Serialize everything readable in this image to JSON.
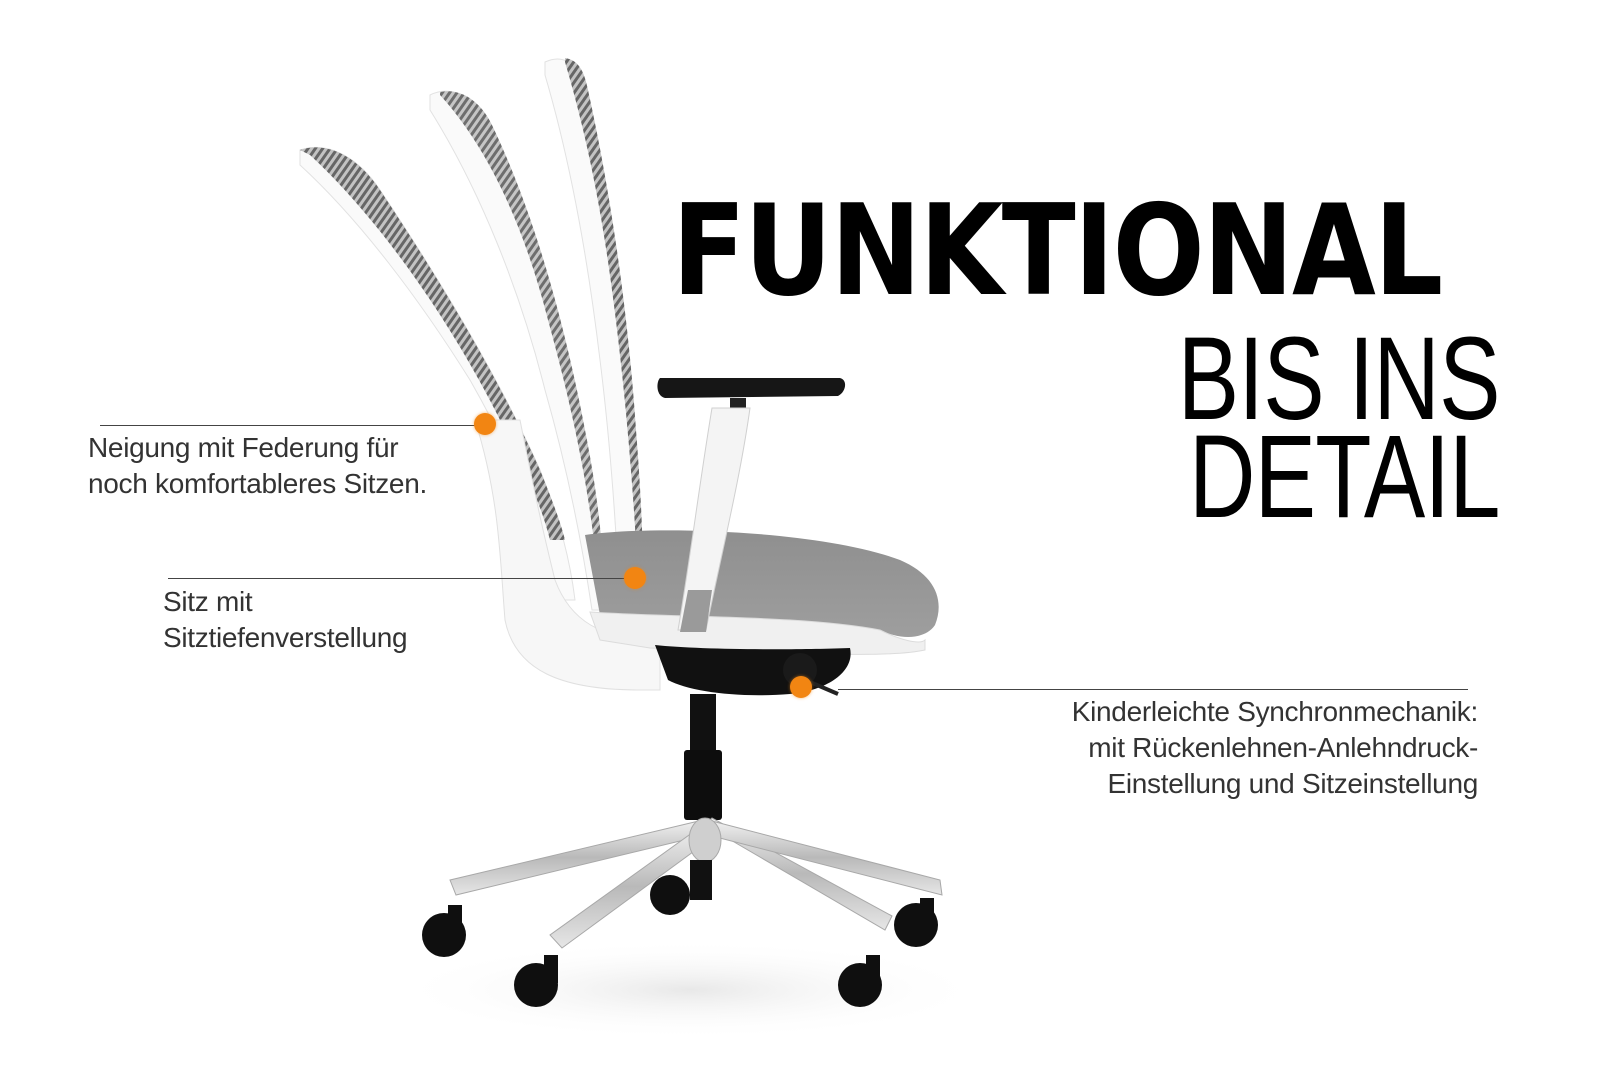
{
  "headline": {
    "bold": "FUNKTIONAL",
    "thin_line1": "BIS INS",
    "thin_line2": "DETAIL"
  },
  "callouts": [
    {
      "id": "backrest-tilt",
      "lines": [
        "Neigung mit Federung für",
        "noch komfortableres Sitzen."
      ]
    },
    {
      "id": "seat-depth",
      "lines": [
        "Sitz mit",
        "Sitztiefenverstellung"
      ]
    },
    {
      "id": "synchro-mechanism",
      "lines": [
        "Kinderleichte Synchronmechanik:",
        "mit Rückenlehnen-Anlehndruck-",
        "Einstellung und Sitzeinstellung"
      ]
    }
  ],
  "colors": {
    "accent_dot": "#f28512",
    "text": "#333333",
    "headline": "#000000",
    "background": "#ffffff"
  }
}
